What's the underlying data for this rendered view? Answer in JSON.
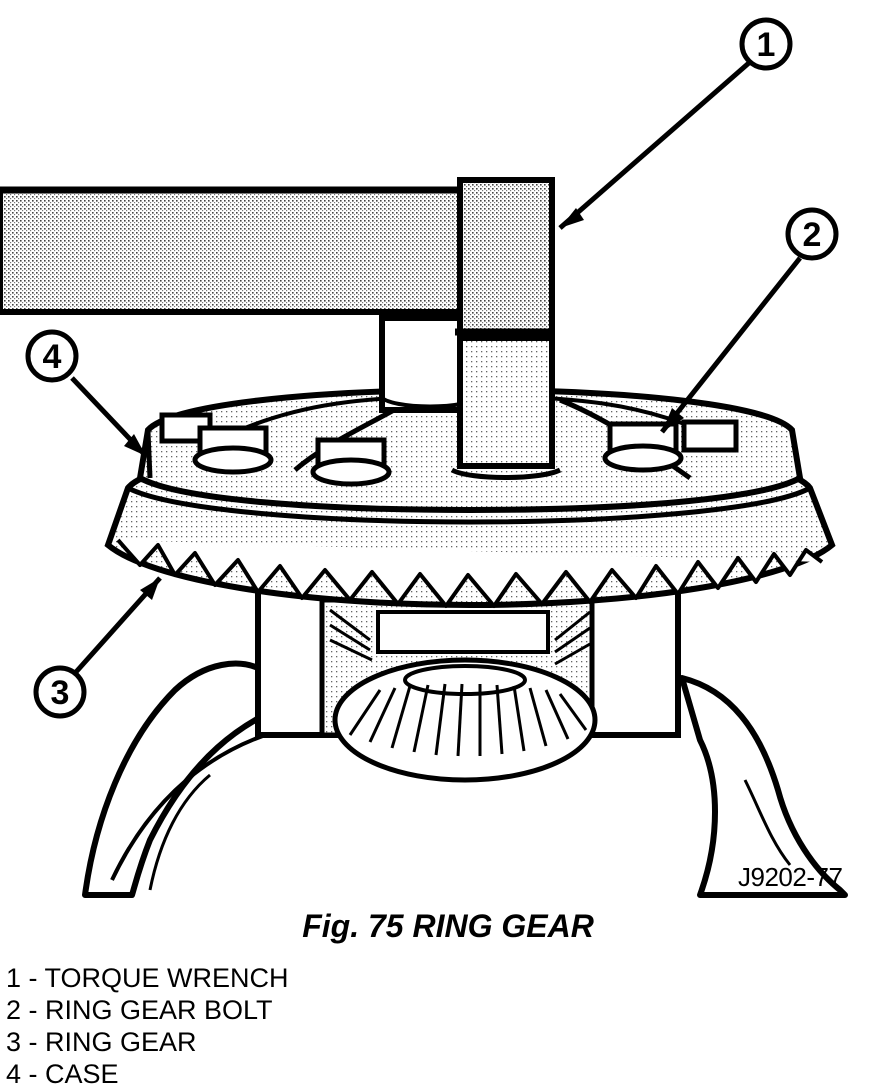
{
  "figure": {
    "id_label": "J9202-77",
    "caption": "Fig. 75 RING GEAR",
    "callouts": [
      {
        "number": "1",
        "part": "TORQUE WRENCH"
      },
      {
        "number": "2",
        "part": "RING GEAR BOLT"
      },
      {
        "number": "3",
        "part": "RING GEAR"
      },
      {
        "number": "4",
        "part": "CASE"
      }
    ],
    "legend": [
      "1 - TORQUE WRENCH",
      "2 - RING GEAR BOLT",
      "3 - RING GEAR",
      "4 - CASE"
    ]
  }
}
